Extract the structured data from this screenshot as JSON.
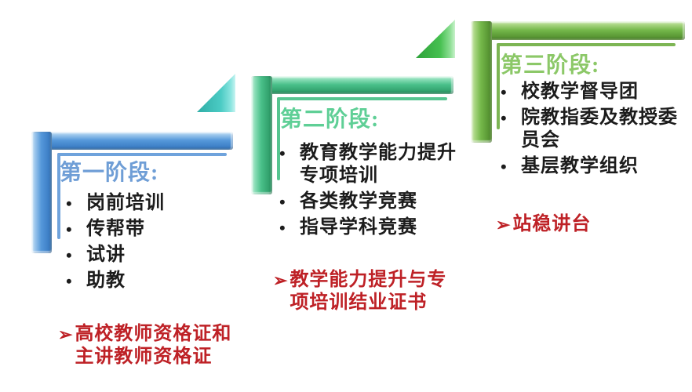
{
  "slide": {
    "background_color": "#ffffff",
    "outcome_color": "#be2126",
    "icons": {
      "bullet": "•",
      "arrow": "➢"
    },
    "triangles": [
      {
        "name": "step-triangle-to-stage-2",
        "color": "#4bcbc4"
      },
      {
        "name": "step-triangle-to-stage-3",
        "color": "#46c050"
      }
    ],
    "stages": [
      {
        "title": "第一阶段:",
        "accent_color": "#4a90d6",
        "title_color": "#6f9ed6",
        "bullets": [
          "岗前培训",
          "传帮带",
          "试讲",
          "助教"
        ],
        "outcome_lines": [
          "高校教师资格证和",
          "主讲教师资格证"
        ]
      },
      {
        "title": "第二阶段:",
        "accent_color": "#49c089",
        "title_color": "#5fcf96",
        "bullets": [
          "教育教学能力提升专项培训",
          "各类教学竞赛",
          "指导学科竞赛"
        ],
        "outcome_lines": [
          "教学能力提升与专",
          "项培训结业证书"
        ]
      },
      {
        "title": "第三阶段:",
        "accent_color": "#74b84a",
        "title_color": "#8cc868",
        "bullets": [
          "校教学督导团",
          "院教指委及教授委员会",
          "基层教学组织"
        ],
        "outcome_lines": [
          "站稳讲台"
        ]
      }
    ]
  }
}
